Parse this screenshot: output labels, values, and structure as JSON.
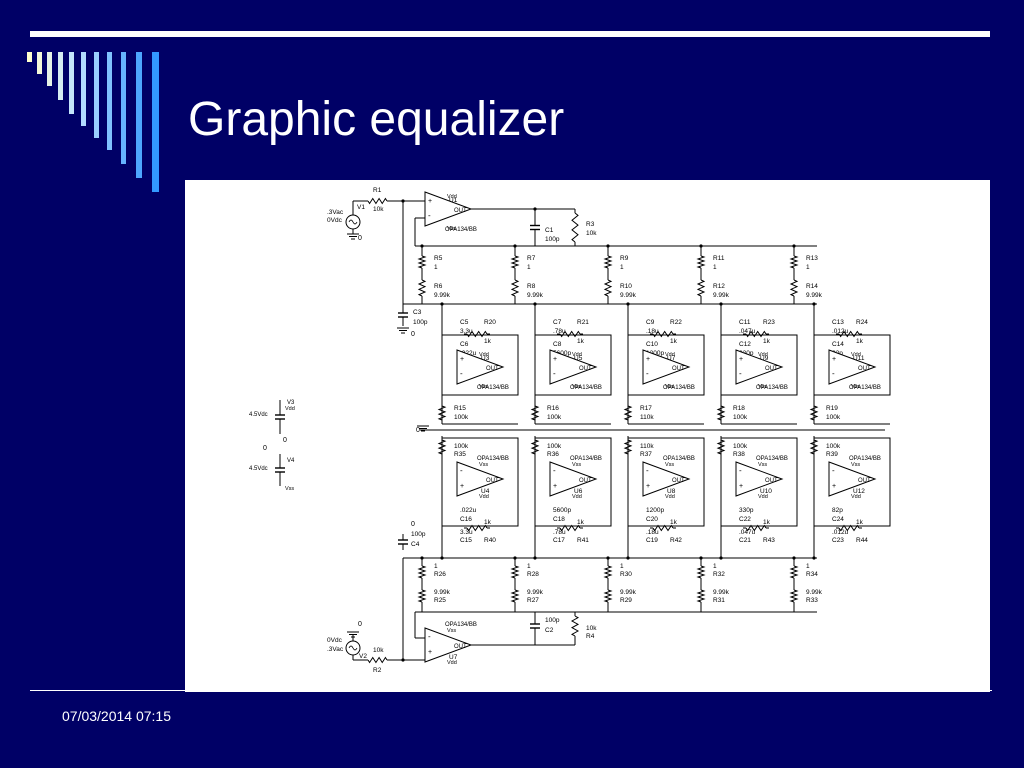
{
  "slide": {
    "title": "Graphic equalizer",
    "footer_date": "07/03/2014 07:15"
  },
  "colors": {
    "background": "#000066",
    "rule": "#ffffff",
    "panel": "#ffffff",
    "bar_gradient": [
      "#ffffcc",
      "#a8d8ff",
      "#3399ff"
    ]
  },
  "schematic": {
    "sources": {
      "v1": {
        "name": "V1",
        "ac": ".3Vac",
        "dc": "0Vdc",
        "r": "R1",
        "rv": "10k"
      },
      "v2": {
        "name": "V2",
        "ac": ".3Vac",
        "dc": "0Vdc",
        "r": "R2",
        "rv": "10k"
      }
    },
    "opamp_model": "OPA134/BB",
    "vdd": "Vdd",
    "vss": "Vss",
    "out": "OUT",
    "ground": "0",
    "top_amp": {
      "name": "U1",
      "c": "C1",
      "cv": "100p",
      "r": "R3",
      "rv": "10k",
      "cg": "C3",
      "cgv": "100p"
    },
    "bottom_amp": {
      "name": "U7",
      "c": "C2",
      "cv": "100p",
      "r": "R4",
      "rv": "10k",
      "cg": "C4",
      "cgv": "100p"
    },
    "supplies": {
      "v3": {
        "name": "V3",
        "value": "4.5Vdc"
      },
      "v4": {
        "name": "V4",
        "value": "4.5Vdc"
      }
    },
    "top_pairs": [
      {
        "ra": "R5",
        "rav": "1",
        "rb": "R6",
        "rbv": "9.99k"
      },
      {
        "ra": "R7",
        "rav": "1",
        "rb": "R8",
        "rbv": "9.99k"
      },
      {
        "ra": "R9",
        "rav": "1",
        "rb": "R10",
        "rbv": "9.99k"
      },
      {
        "ra": "R11",
        "rav": "1",
        "rb": "R12",
        "rbv": "9.99k"
      },
      {
        "ra": "R13",
        "rav": "1",
        "rb": "R14",
        "rbv": "9.99k"
      }
    ],
    "bottom_pairs": [
      {
        "ra": "R26",
        "rav": "1",
        "rb": "R25",
        "rbv": "9.99k"
      },
      {
        "ra": "R28",
        "rav": "1",
        "rb": "R27",
        "rbv": "9.99k"
      },
      {
        "ra": "R30",
        "rav": "1",
        "rb": "R29",
        "rbv": "9.99k"
      },
      {
        "ra": "R32",
        "rav": "1",
        "rb": "R31",
        "rbv": "9.99k"
      },
      {
        "ra": "R34",
        "rav": "1",
        "rb": "R33",
        "rbv": "9.99k"
      }
    ],
    "bands_top": [
      {
        "c1": "C5",
        "c1v": "3.3u",
        "r": "R20",
        "rv": "1k",
        "c2": "C6",
        "c2v": ".022u",
        "u": "U3",
        "rf": "R15",
        "rfv": "100k"
      },
      {
        "c1": "C7",
        "c1v": ".78u",
        "r": "R21",
        "rv": "1k",
        "c2": "C8",
        "c2v": "5600p",
        "u": "U5",
        "rf": "R16",
        "rfv": "100k"
      },
      {
        "c1": "C9",
        "c1v": ".18u",
        "r": "R22",
        "rv": "1k",
        "c2": "C10",
        "c2v": "1200p",
        "u": "U7",
        "rf": "R17",
        "rfv": "110k"
      },
      {
        "c1": "C11",
        "c1v": ".047u",
        "r": "R23",
        "rv": "1k",
        "c2": "C12",
        "c2v": "330p",
        "u": "U9",
        "rf": "R18",
        "rfv": "100k"
      },
      {
        "c1": "C13",
        "c1v": ".012u",
        "r": "R24",
        "rv": "1k",
        "c2": "C14",
        "c2v": "82p",
        "u": "U11",
        "rf": "R19",
        "rfv": "100k"
      }
    ],
    "bands_bottom": [
      {
        "rf": "R35",
        "rfv": "100k",
        "u": "U4",
        "c2": "C16",
        "c2v": ".022u",
        "r": "R40",
        "rv": "1k",
        "c1": "C15",
        "c1v": "3.3u"
      },
      {
        "rf": "R36",
        "rfv": "100k",
        "u": "U6",
        "c2": "C18",
        "c2v": "5600p",
        "r": "R41",
        "rv": "1k",
        "c1": "C17",
        "c1v": ".78u"
      },
      {
        "rf": "R37",
        "rfv": "110k",
        "u": "U8",
        "c2": "C20",
        "c2v": "1200p",
        "r": "R42",
        "rv": "1k",
        "c1": "C19",
        "c1v": ".18u"
      },
      {
        "rf": "R38",
        "rfv": "100k",
        "u": "U10",
        "c2": "C22",
        "c2v": "330p",
        "r": "R43",
        "rv": "1k",
        "c1": "C21",
        "c1v": ".047u"
      },
      {
        "rf": "R39",
        "rfv": "100k",
        "u": "U12",
        "c2": "C24",
        "c2v": "82p",
        "r": "R44",
        "rv": "1k",
        "c1": "C23",
        "c1v": ".012u"
      }
    ]
  }
}
